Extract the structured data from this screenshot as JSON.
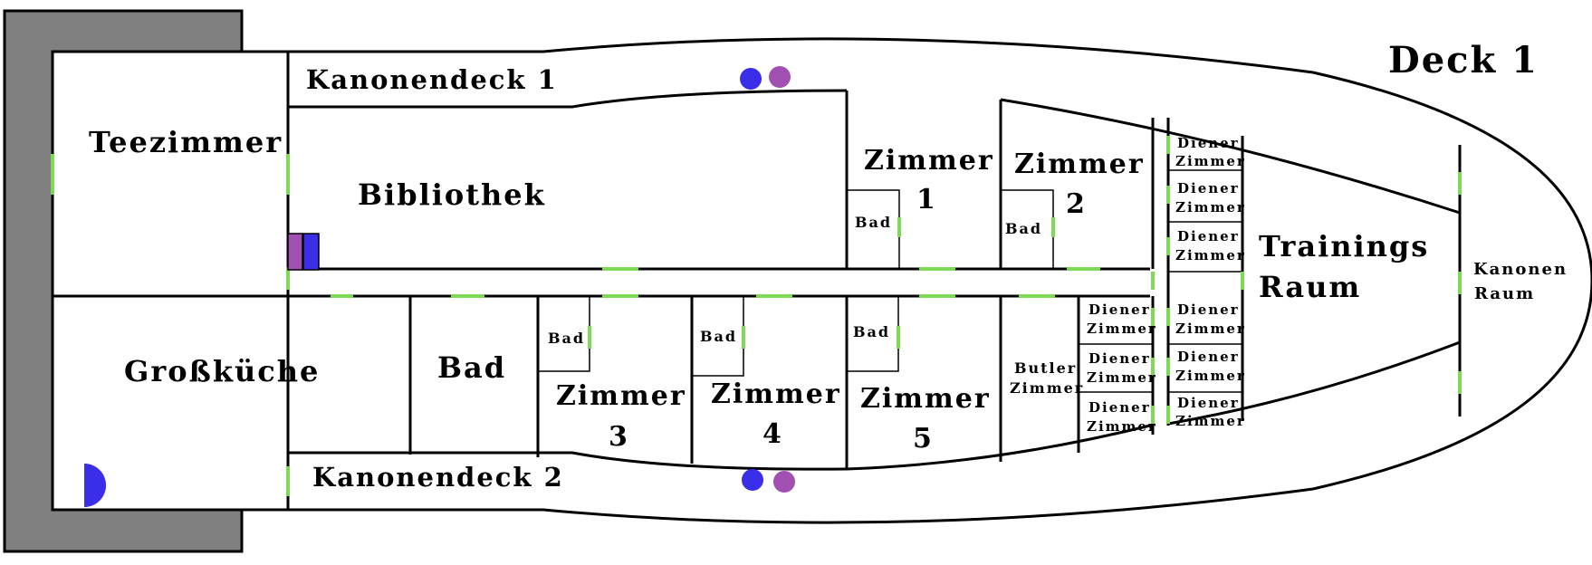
{
  "title": "Deck 1",
  "rooms": {
    "teezimmer": "Teezimmer",
    "kanonendeck1": "Kanonendeck 1",
    "bibliothek": "Bibliothek",
    "zimmer1": [
      "Zimmer",
      "1"
    ],
    "zimmer2": [
      "Zimmer",
      "2"
    ],
    "zimmer3": [
      "Zimmer",
      "3"
    ],
    "zimmer4": [
      "Zimmer",
      "4"
    ],
    "zimmer5": [
      "Zimmer",
      "5"
    ],
    "bad": "Bad",
    "grosskueche": "Großküche",
    "kanonendeck2": "Kanonendeck 2",
    "butler": [
      "Butler",
      "Zimmer"
    ],
    "diener": [
      "Diener",
      "Zimmer"
    ],
    "training": [
      "Trainings",
      "Raum"
    ],
    "kanonen": [
      "Kanonen",
      "Raum"
    ]
  },
  "colors": {
    "hull_gray": "#808080",
    "door_green": "#7ed957",
    "marker_blue": "#3a2ee8",
    "marker_purple": "#a14fb0"
  }
}
